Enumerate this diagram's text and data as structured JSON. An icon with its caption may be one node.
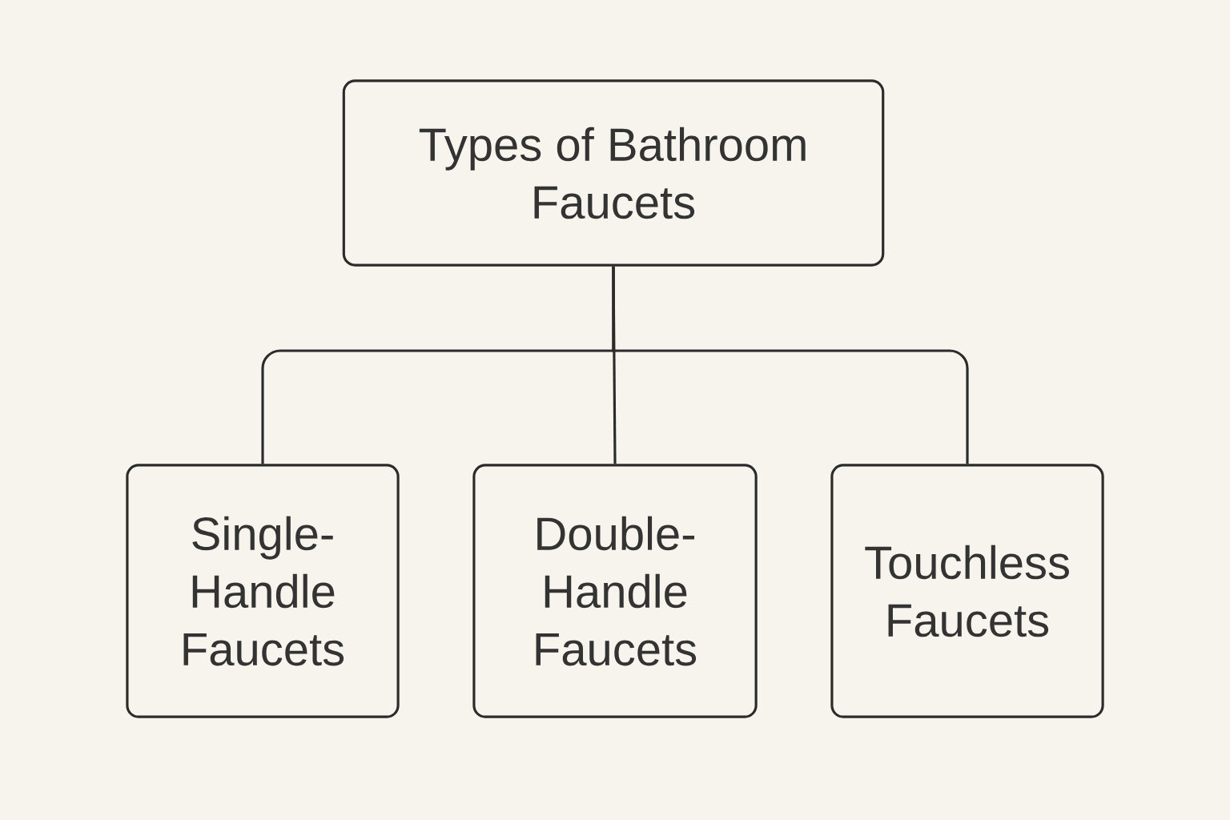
{
  "diagram": {
    "nodes": [
      {
        "text": [
          "Types of Bathroom Faucets"
        ]
      },
      {
        "text": [
          "Single-Handle Faucets"
        ]
      },
      {
        "text": [
          "Double-Handle Faucets"
        ]
      },
      {
        "text": [
          "Touchless Faucets"
        ]
      }
    ],
    "edges": [
      {
        "from": 0,
        "to": 1,
        "arrow": "none"
      },
      {
        "from": 0,
        "to": 2,
        "arrow": "none"
      },
      {
        "from": 0,
        "to": 3,
        "arrow": "none"
      }
    ]
  }
}
